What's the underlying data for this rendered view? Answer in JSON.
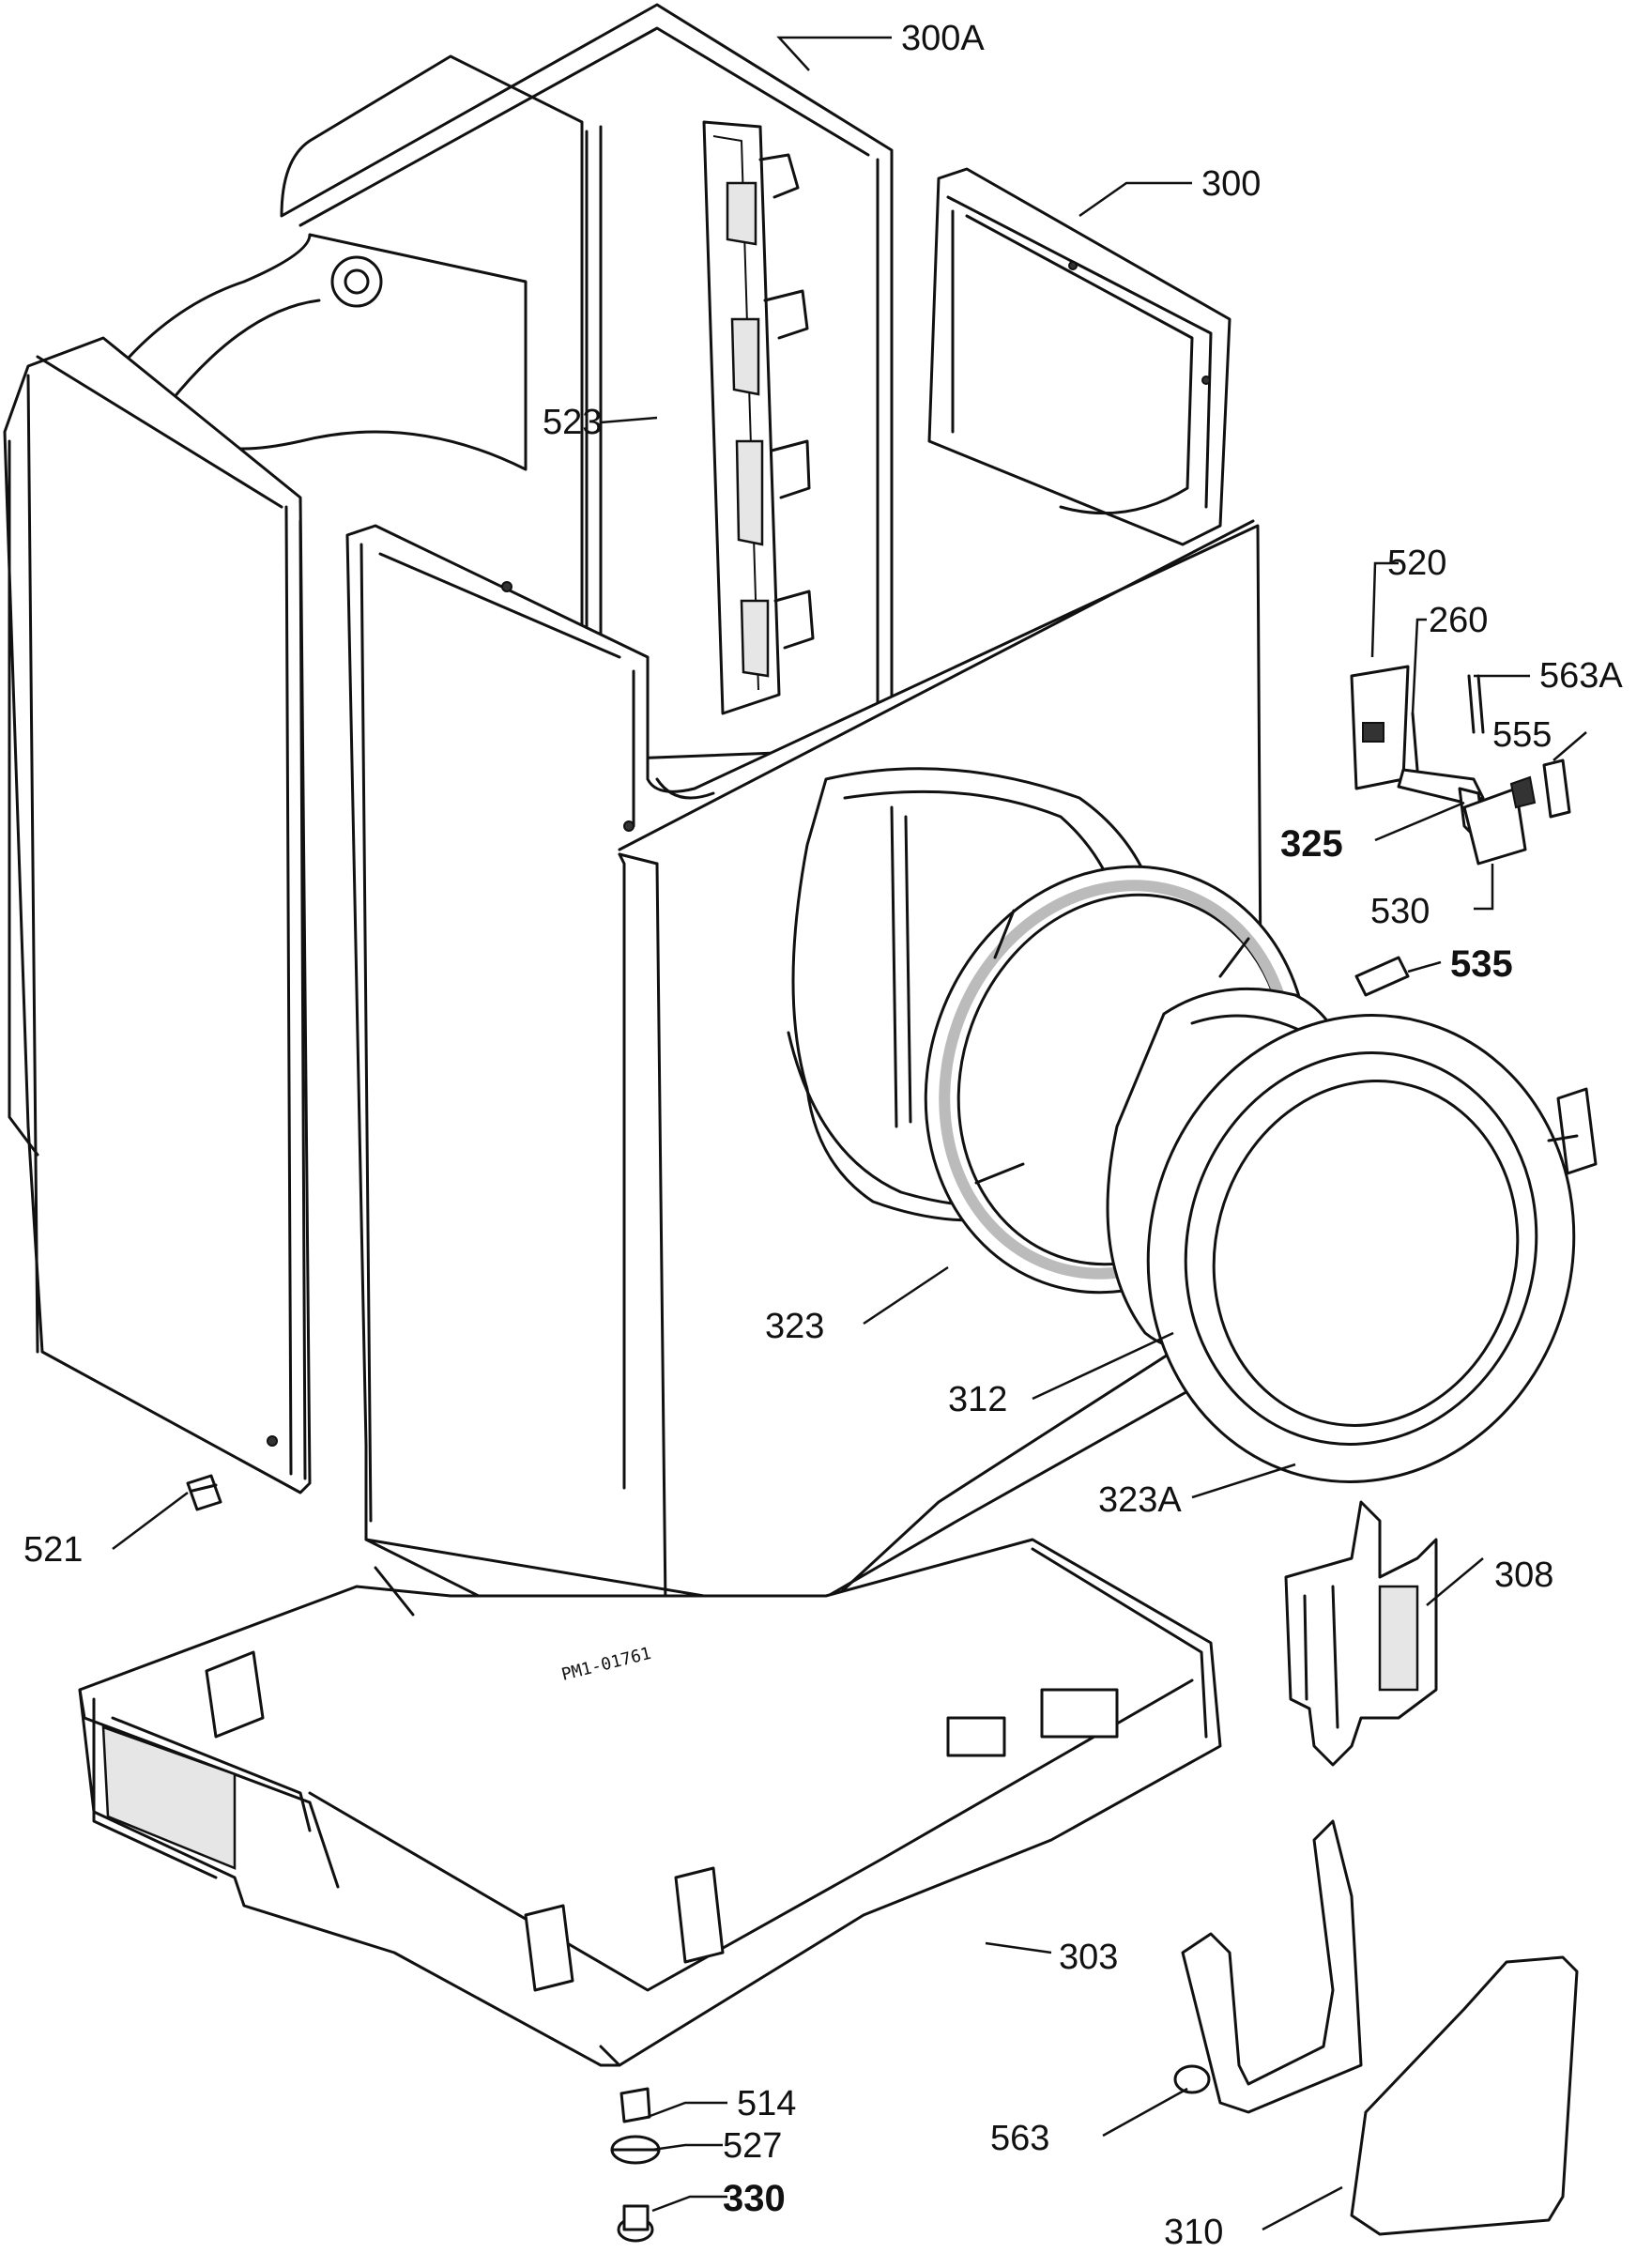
{
  "callouts": {
    "c300a": "300A",
    "c300": "300",
    "c523": "523",
    "c520": "520",
    "c260": "260",
    "c563a": "563A",
    "c555": "555",
    "c325": "325",
    "c530": "530",
    "c535": "535",
    "c323": "323",
    "c312": "312",
    "c323a": "323A",
    "c521": "521",
    "c308": "308",
    "c303": "303",
    "c514": "514",
    "c527": "527",
    "c330": "330",
    "c563": "563",
    "c310": "310"
  },
  "drawing_code": "PM1-01761"
}
